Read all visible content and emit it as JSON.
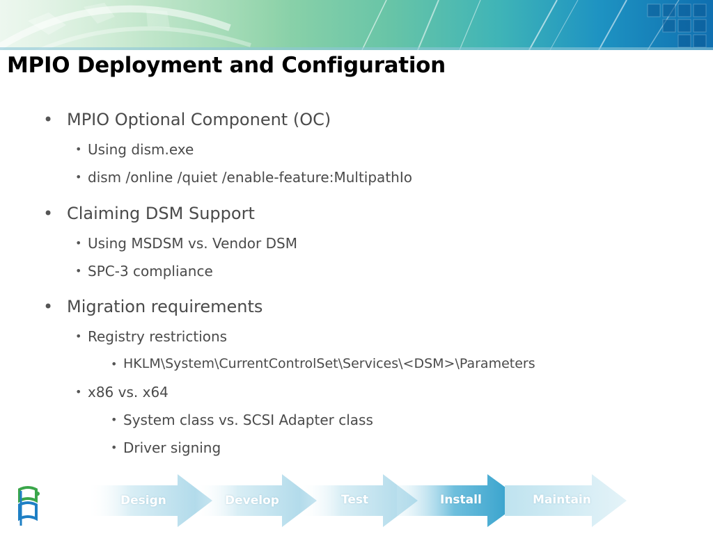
{
  "slide": {
    "title": "MPIO Deployment and Configuration",
    "bullets": [
      {
        "level": 1,
        "text": "MPIO Optional Component (OC)"
      },
      {
        "level": 2,
        "text": "Using dism.exe"
      },
      {
        "level": 2,
        "text": "dism /online /quiet /enable-feature:MultipathIo"
      },
      {
        "level": 1,
        "text": "Claiming DSM Support"
      },
      {
        "level": 2,
        "text": "Using MSDSM vs. Vendor DSM"
      },
      {
        "level": 2,
        "text": "SPC-3 compliance"
      },
      {
        "level": 1,
        "text": "Migration requirements"
      },
      {
        "level": 2,
        "text": "Registry restrictions"
      },
      {
        "level": 3,
        "text": "HKLM\\System\\CurrentControlSet\\Services\\<DSM>\\Parameters"
      },
      {
        "level": 2,
        "text": "x86 vs. x64"
      },
      {
        "level": 3,
        "text": "System class vs. SCSI Adapter class"
      },
      {
        "level": 3,
        "text": "Driver signing"
      }
    ],
    "bullet_glyph": "•"
  },
  "lifecycle": {
    "steps": [
      {
        "label": "Design",
        "active": false
      },
      {
        "label": "Develop",
        "active": false
      },
      {
        "label": "Test",
        "active": false
      },
      {
        "label": "Install",
        "active": true
      },
      {
        "label": "Maintain",
        "active": false
      }
    ]
  },
  "colors": {
    "arrow_light": "#d9eef5",
    "arrow_mid": "#a8d6e8",
    "arrow_active": "#2a9cc9",
    "text_gray": "#4a4a4a"
  },
  "icons": {
    "logo": "windows-flag-logo-icon"
  }
}
